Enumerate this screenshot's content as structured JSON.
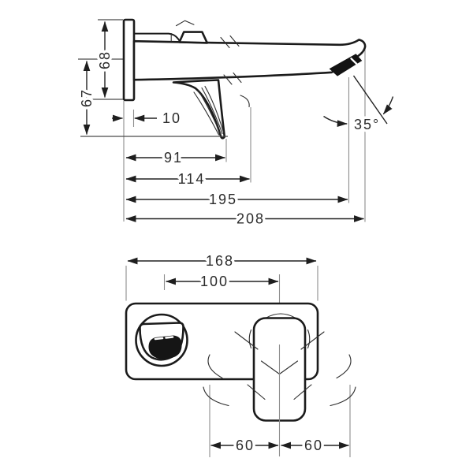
{
  "side_view": {
    "plate_height_mm": "68",
    "drop_to_lever_mm": "67",
    "plate_depth_mm": "10",
    "lever_reach_mm": "91",
    "stream_reach_mm": "114",
    "aerator_reach_mm": "195",
    "total_reach_mm": "208",
    "spray_angle": "35°"
  },
  "front_view": {
    "plate_width_mm": "168",
    "spout_to_handle_axis_mm": "100",
    "handle_swing_left_mm": "60",
    "handle_swing_right_mm": "60"
  },
  "colors": {
    "line": "#1b1b1b",
    "dimension": "#222222",
    "reference": "#8c8c8c",
    "background": "#ffffff"
  }
}
